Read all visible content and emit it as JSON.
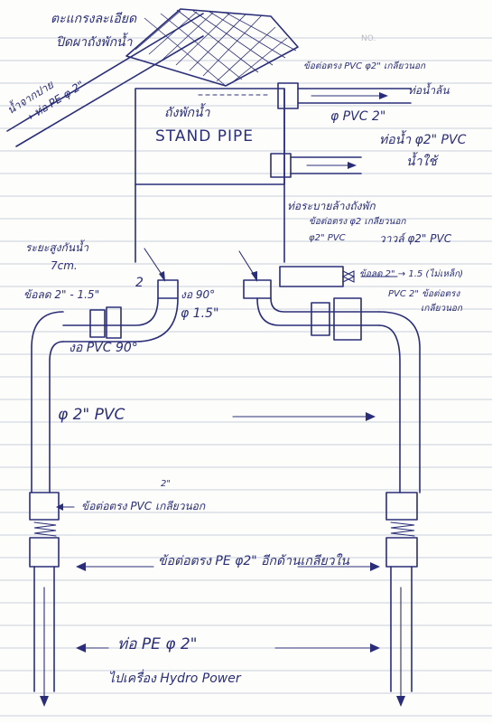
{
  "page": {
    "number_label": "NO."
  },
  "labels": {
    "roof_l1": "ตะแกรงละเอียด",
    "roof_l2": "ปิดผาถังพักน้ำ",
    "inflow_l1": "น้ำจากปาย",
    "inflow_l2": "→ ท่อ PE φ 2\"",
    "overflow": "ข้อต่อตรง PVC φ2\" เกลียวนอก",
    "overflow_pipe": "ท่อน้ำล้น",
    "pvc2_top": "φ PVC 2\"",
    "tank_th": "ถังพักน้ำ",
    "tank_en": "STAND PIPE",
    "use_l1": "ท่อน้ำ φ2\" PVC",
    "use_l2": "น้ำใช้",
    "drain_l1": "ท่อระบายล้างถังพัก",
    "drain_l2": "ข้อต่อตรง φ2 เกลียวนอก",
    "drain_l3": "φ2\" PVC",
    "valve": "วาวล์ φ2\" PVC",
    "height_l1": "ระยะสูงกันน้ำ",
    "height_l2": "7cm.",
    "reducer_left": "ข้อลด 2\" - 1.5\"",
    "num_2": "2",
    "elbow90": "งอ 90°",
    "dia15": "φ 1.5\"",
    "reducer_right": "ข้อลด 2\" → 1.5 (ไม่เหล็ก)",
    "pvc_conn_l1": "PVC 2\" ข้อต่อตรง",
    "pvc_conn_l2": "เกลียวนอก",
    "elbow_pvc90": "งอ PVC 90°",
    "main_pipe": "φ 2\" PVC",
    "num_2b": "2\"",
    "pvc_thread": "ข้อต่อตรง PVC เกลียวนอก",
    "pe_conn": "ข้อต่อตรง PE φ2\" อีกด้านเกลียวใน",
    "pe_pipe": "ท่อ PE φ 2\"",
    "to_machine": "ไปเครื่อง Hydro Power"
  }
}
